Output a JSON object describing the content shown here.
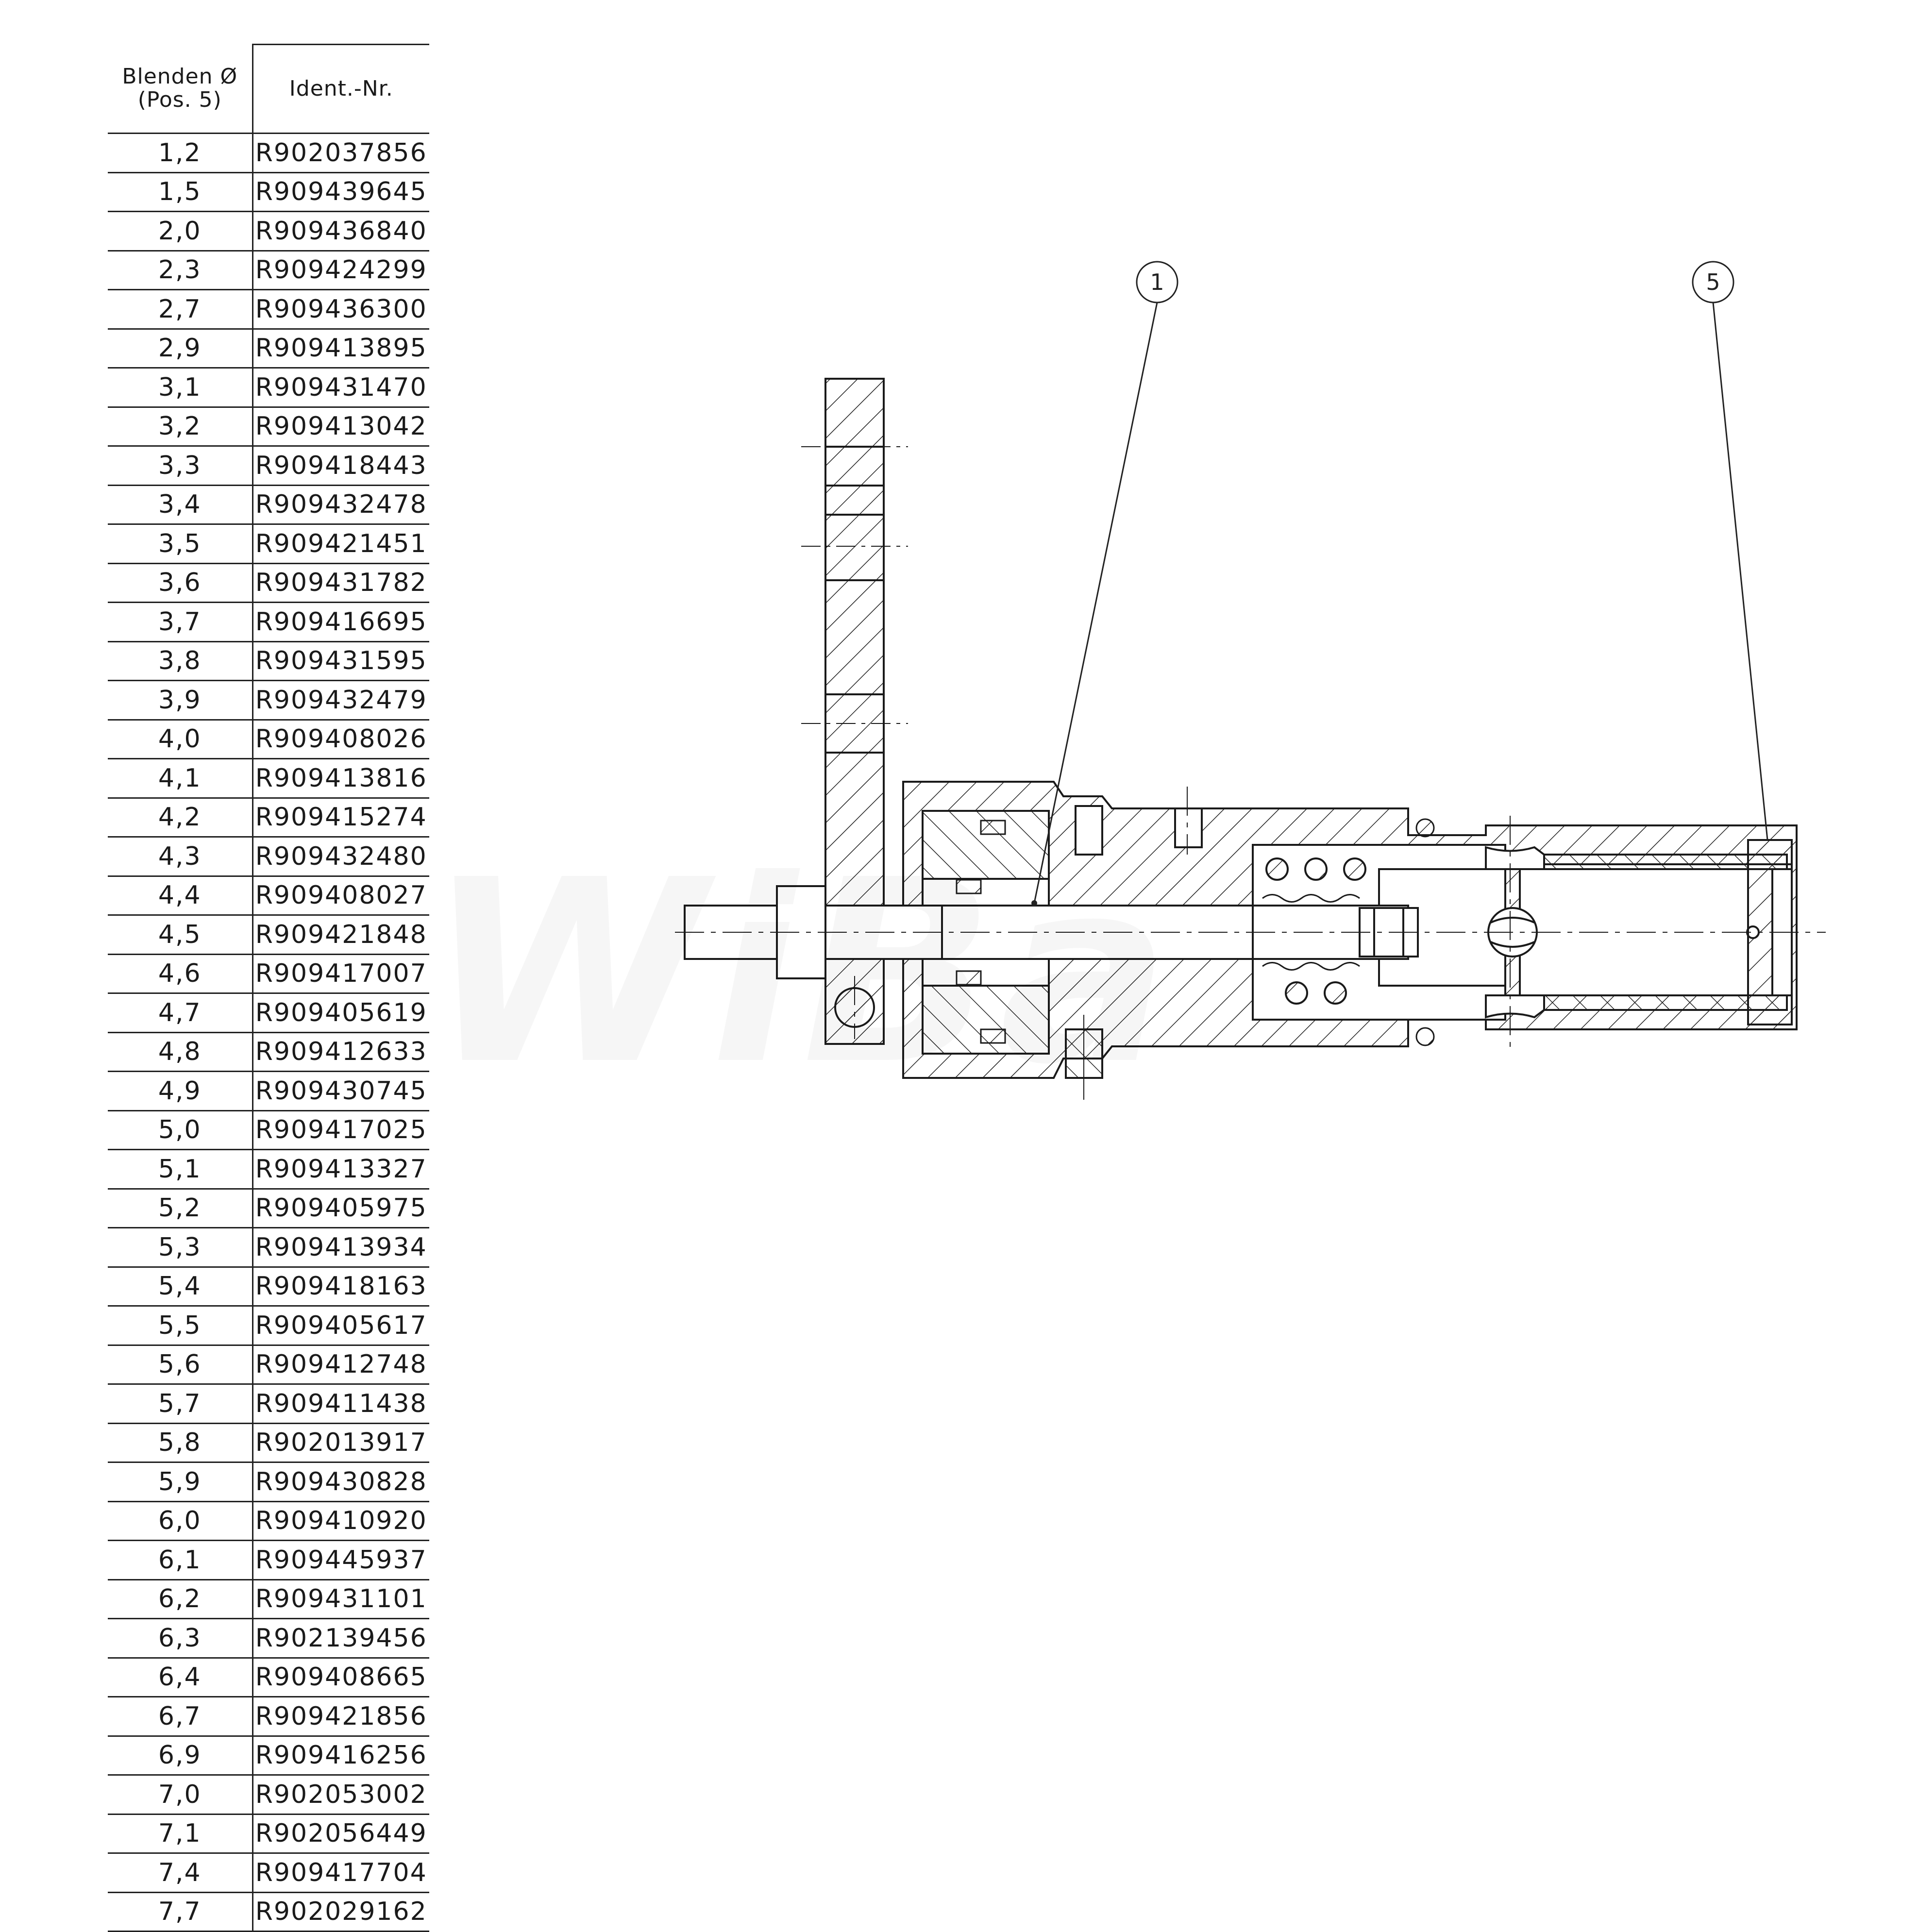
{
  "table": {
    "header": {
      "col1_line1": "Blenden Ø",
      "col1_line2": "(Pos. 5)",
      "col2": "Ident.-Nr."
    },
    "rows": [
      {
        "diameter": "1,2",
        "ident": "R902037856"
      },
      {
        "diameter": "1,5",
        "ident": "R909439645"
      },
      {
        "diameter": "2,0",
        "ident": "R909436840"
      },
      {
        "diameter": "2,3",
        "ident": "R909424299"
      },
      {
        "diameter": "2,7",
        "ident": "R909436300"
      },
      {
        "diameter": "2,9",
        "ident": "R909413895"
      },
      {
        "diameter": "3,1",
        "ident": "R909431470"
      },
      {
        "diameter": "3,2",
        "ident": "R909413042"
      },
      {
        "diameter": "3,3",
        "ident": "R909418443"
      },
      {
        "diameter": "3,4",
        "ident": "R909432478"
      },
      {
        "diameter": "3,5",
        "ident": "R909421451"
      },
      {
        "diameter": "3,6",
        "ident": "R909431782"
      },
      {
        "diameter": "3,7",
        "ident": "R909416695"
      },
      {
        "diameter": "3,8",
        "ident": "R909431595"
      },
      {
        "diameter": "3,9",
        "ident": "R909432479"
      },
      {
        "diameter": "4,0",
        "ident": "R909408026"
      },
      {
        "diameter": "4,1",
        "ident": "R909413816"
      },
      {
        "diameter": "4,2",
        "ident": "R909415274"
      },
      {
        "diameter": "4,3",
        "ident": "R909432480"
      },
      {
        "diameter": "4,4",
        "ident": "R909408027"
      },
      {
        "diameter": "4,5",
        "ident": "R909421848"
      },
      {
        "diameter": "4,6",
        "ident": "R909417007"
      },
      {
        "diameter": "4,7",
        "ident": "R909405619"
      },
      {
        "diameter": "4,8",
        "ident": "R909412633"
      },
      {
        "diameter": "4,9",
        "ident": "R909430745"
      },
      {
        "diameter": "5,0",
        "ident": "R909417025"
      },
      {
        "diameter": "5,1",
        "ident": "R909413327"
      },
      {
        "diameter": "5,2",
        "ident": "R909405975"
      },
      {
        "diameter": "5,3",
        "ident": "R909413934"
      },
      {
        "diameter": "5,4",
        "ident": "R909418163"
      },
      {
        "diameter": "5,5",
        "ident": "R909405617"
      },
      {
        "diameter": "5,6",
        "ident": "R909412748"
      },
      {
        "diameter": "5,7",
        "ident": "R909411438"
      },
      {
        "diameter": "5,8",
        "ident": "R902013917"
      },
      {
        "diameter": "5,9",
        "ident": "R909430828"
      },
      {
        "diameter": "6,0",
        "ident": "R909410920"
      },
      {
        "diameter": "6,1",
        "ident": "R909445937"
      },
      {
        "diameter": "6,2",
        "ident": "R909431101"
      },
      {
        "diameter": "6,3",
        "ident": "R902139456"
      },
      {
        "diameter": "6,4",
        "ident": "R909408665"
      },
      {
        "diameter": "6,7",
        "ident": "R909421856"
      },
      {
        "diameter": "6,9",
        "ident": "R909416256"
      },
      {
        "diameter": "7,0",
        "ident": "R902053002"
      },
      {
        "diameter": "7,1",
        "ident": "R902056449"
      },
      {
        "diameter": "7,4",
        "ident": "R909417704"
      },
      {
        "diameter": "7,7",
        "ident": "R902029162"
      }
    ]
  },
  "drawing": {
    "callouts": [
      {
        "label": "1"
      },
      {
        "label": "5"
      }
    ],
    "watermark": "WiBa"
  }
}
